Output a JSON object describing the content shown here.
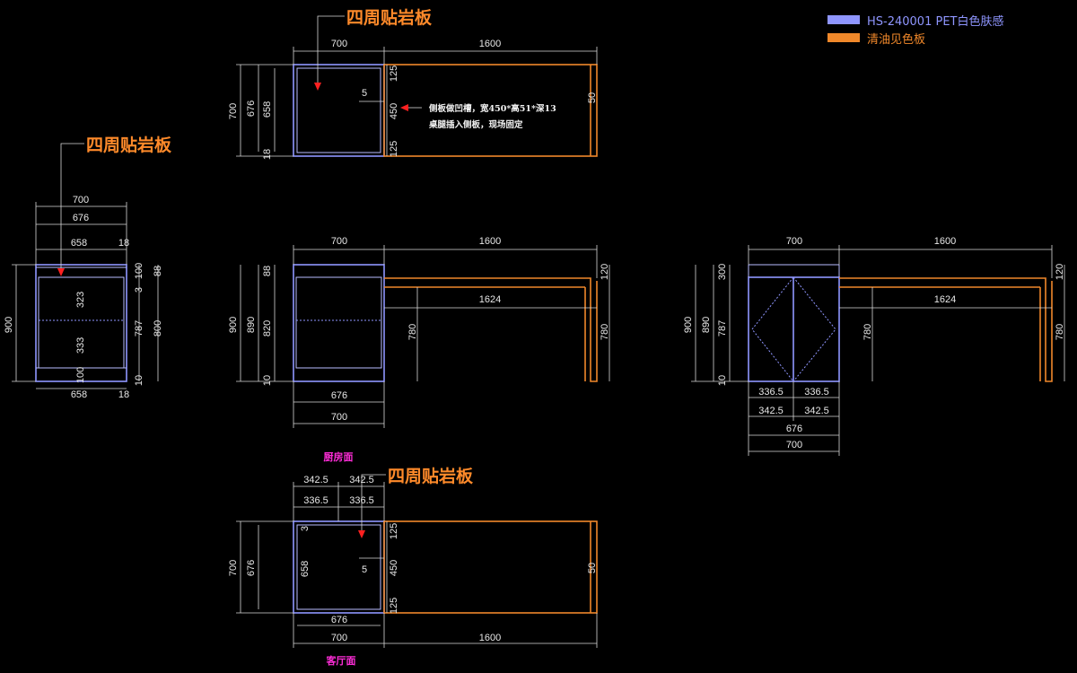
{
  "legend": [
    {
      "label": "HS-240001 PET白色肤感",
      "color": "#8f96ff"
    },
    {
      "label": "清油见色板",
      "color": "#f0882a"
    }
  ],
  "callouts": {
    "top_plan": "四周贴岩板",
    "side_section": "四周贴岩板",
    "bottom_plan": "四周贴岩板"
  },
  "labels": {
    "kitchen_side": "厨房面",
    "living_side": "客厅面"
  },
  "note": {
    "line1": "侧板做凹槽，宽450*高51*深13",
    "line2": "桌腿插入侧板，现场固定"
  },
  "dims": {
    "d700": "700",
    "d1600": "1600",
    "d676": "676",
    "d658": "658",
    "d18": "18",
    "d125": "125",
    "d450": "450",
    "d5": "5",
    "d50": "50",
    "d900": "900",
    "d100": "100",
    "d88": "88",
    "d3": "3",
    "d323": "323",
    "d333": "333",
    "d787": "787",
    "d800": "800",
    "d10": "10",
    "d890": "890",
    "d820": "820",
    "d1624": "1624",
    "d120": "120",
    "d780": "780",
    "d300": "300",
    "d336_5": "336.5",
    "d342_5": "342.5"
  }
}
